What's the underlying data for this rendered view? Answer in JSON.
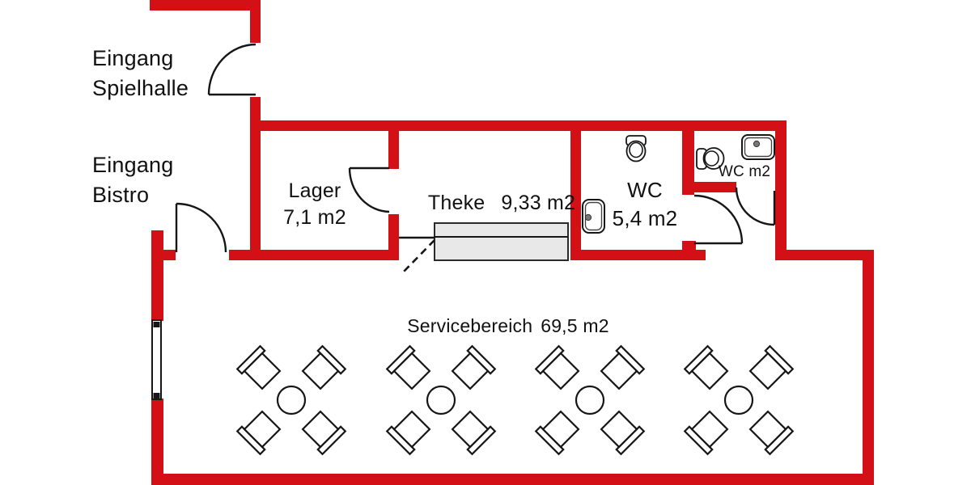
{
  "plan": {
    "entrances": [
      {
        "line1": "Eingang",
        "line2": "Spielhalle"
      },
      {
        "line1": "Eingang",
        "line2": "Bistro"
      }
    ],
    "rooms": {
      "lager": {
        "name": "Lager",
        "area": "7,1 m2"
      },
      "theke": {
        "name": "Theke",
        "area": "9,33 m2"
      },
      "wc": {
        "name": "WC",
        "area": "5,4 m2"
      },
      "wc_small": {
        "name": "WC",
        "area": "m2"
      },
      "servicebereich": {
        "name": "Servicebereich",
        "area": "69,5 m2"
      }
    },
    "furniture": {
      "table_groups": 4,
      "chairs_per_table": 4,
      "toilets": 2,
      "sinks": 2,
      "doors": 5,
      "windows": 1
    },
    "colors": {
      "wall_red": "#d21015",
      "counter_gray": "#e8e8e8",
      "outline_black": "#161616",
      "background": "#ffffff"
    }
  }
}
